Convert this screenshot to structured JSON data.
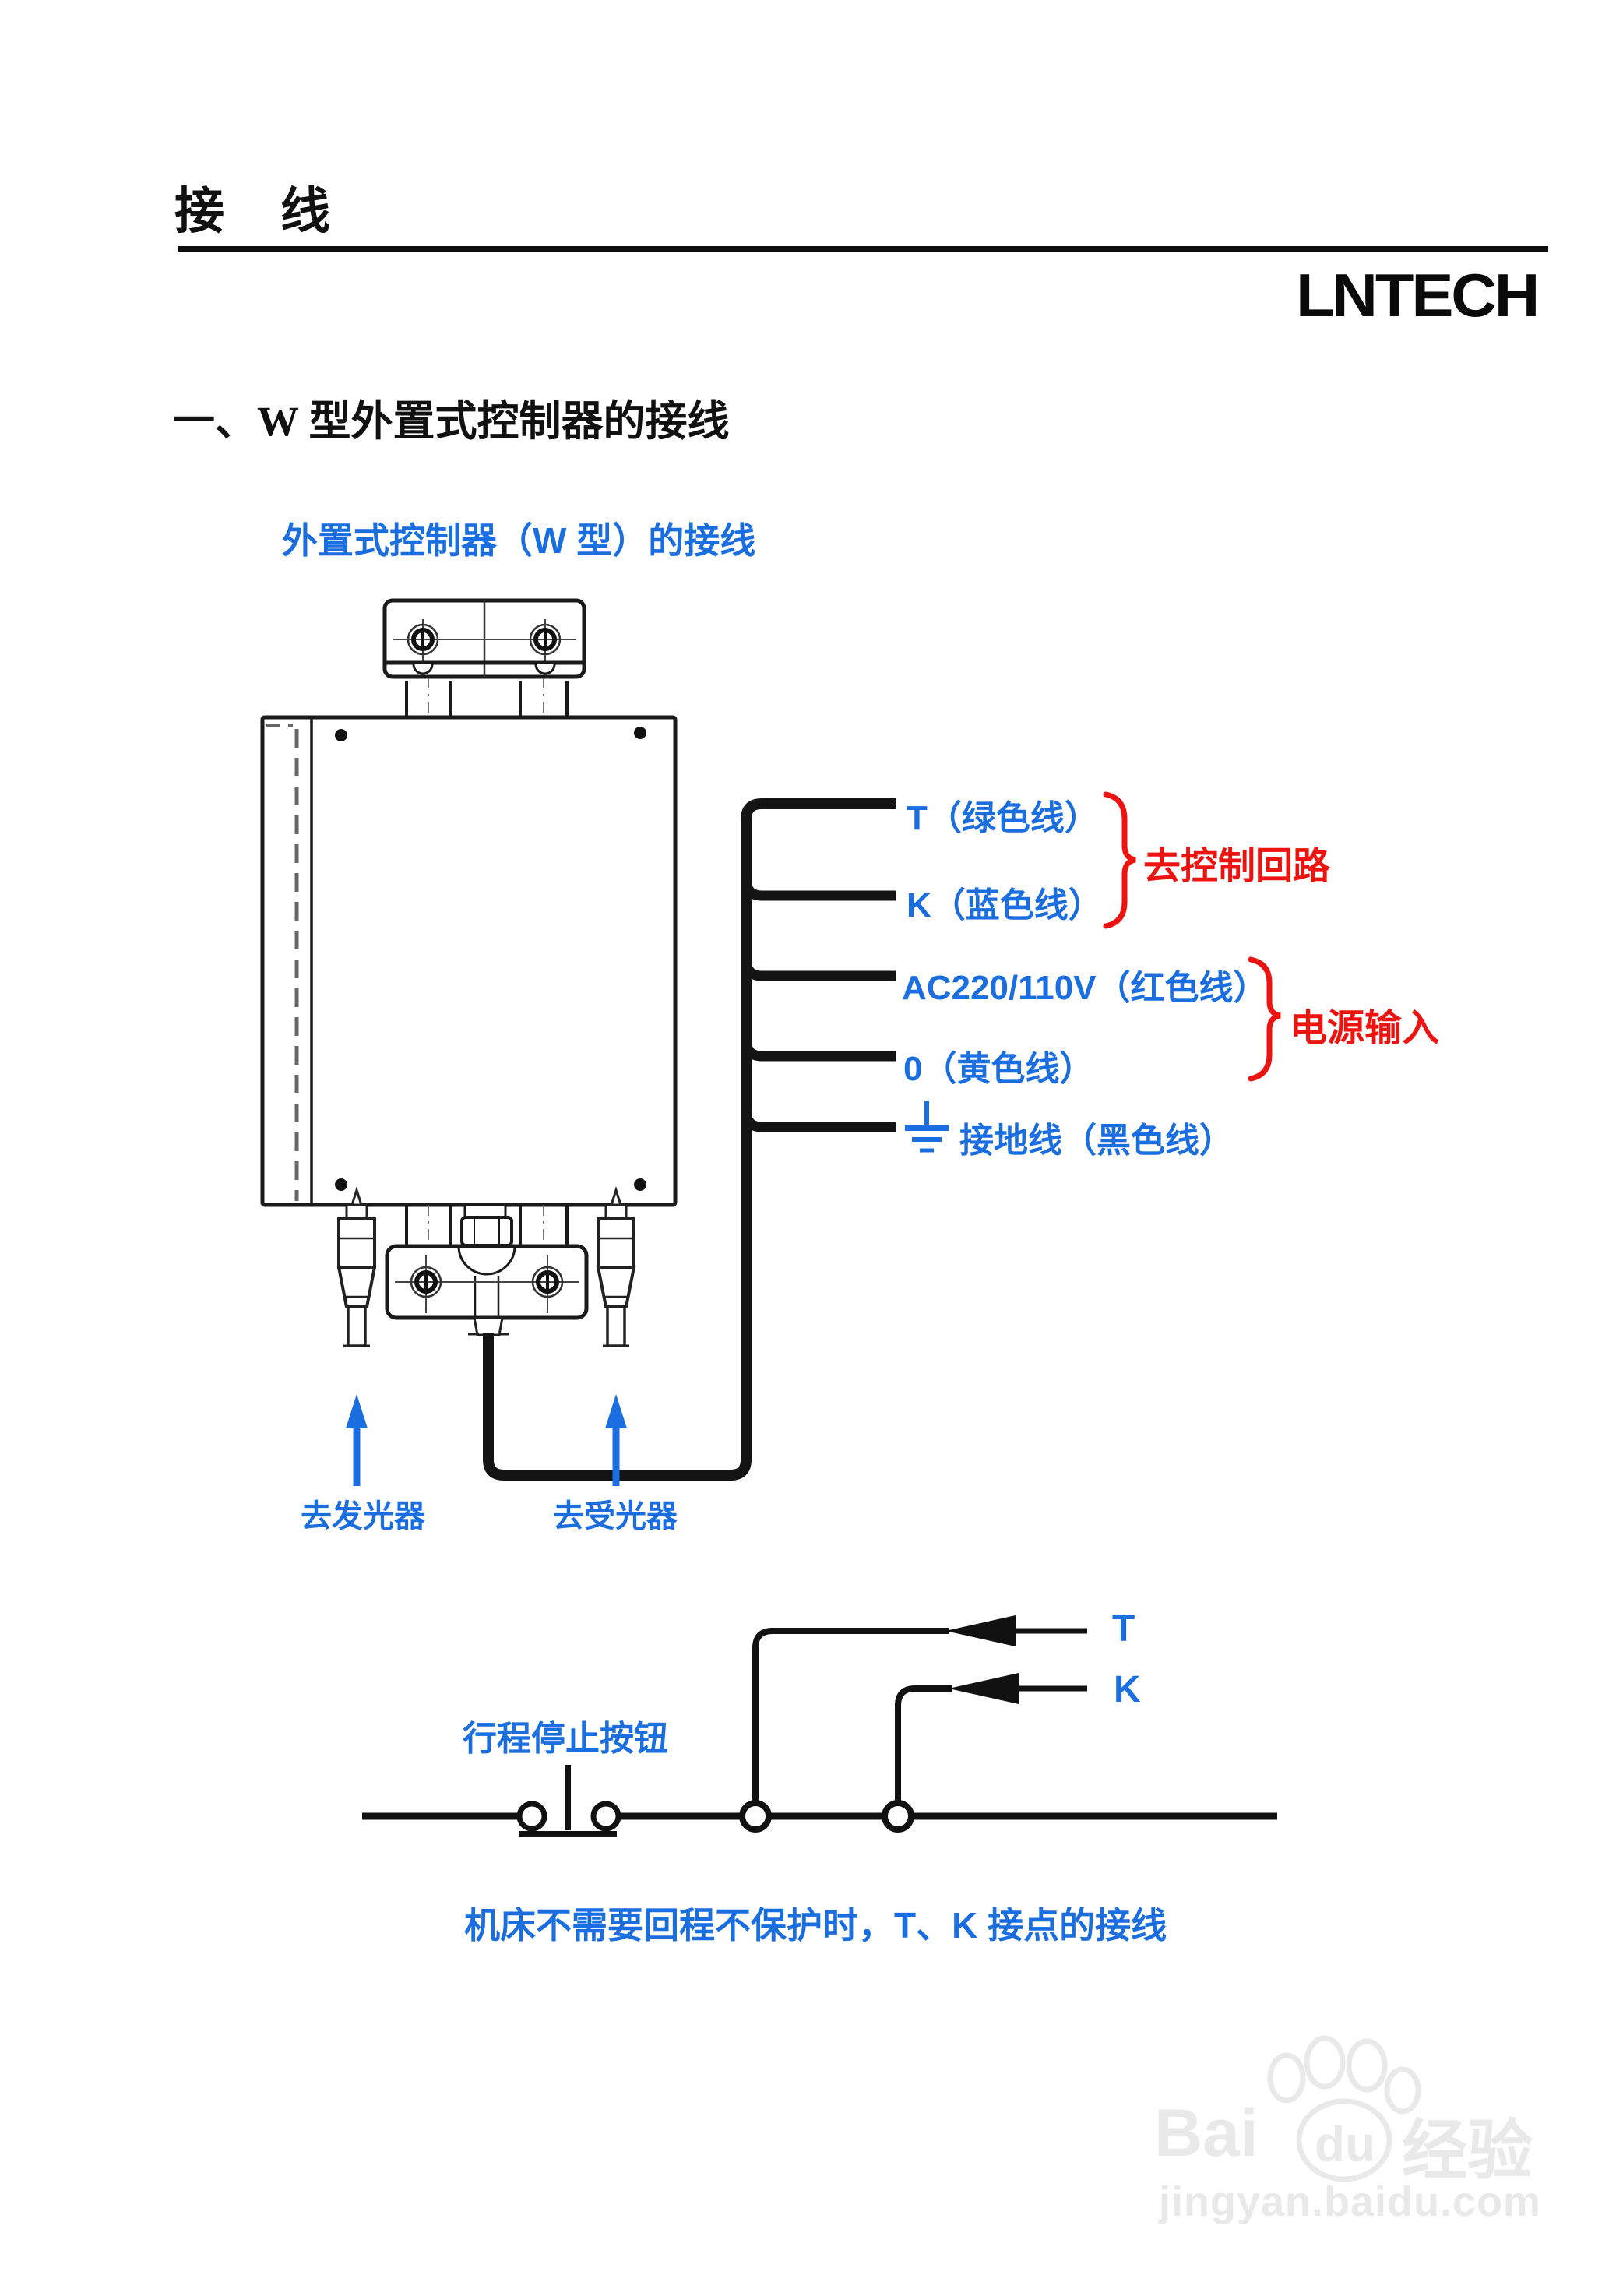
{
  "page": {
    "title": "接　线",
    "logo": "LNTECH",
    "section_heading": "一、W 型外置式控制器的接线"
  },
  "diagram1": {
    "title": "外置式控制器（W 型）的接线",
    "wire_labels": {
      "t": "T（绿色线）",
      "k": "K（蓝色线）",
      "ac": "AC220/110V（红色线）",
      "zero": "0（黄色线）",
      "ground": "接地线（黑色线）"
    },
    "group_labels": {
      "control": "去控制回路",
      "power": "电源输入"
    },
    "bottom_labels": {
      "emitter": "去发光器",
      "receiver": "去受光器"
    }
  },
  "diagram2": {
    "button_label": "行程停止按钮",
    "t": "T",
    "k": "K",
    "caption": "机床不需要回程不保护时，T、K 接点的接线"
  },
  "watermark": {
    "brand_left": "Bai",
    "brand_right": "du",
    "brand_cn": "经验",
    "url": "jingyan.baidu.com"
  },
  "colors": {
    "blue": "#1b6ee0",
    "red": "#ed1310",
    "ink": "#111111",
    "watermark": "#e9e9e9"
  }
}
